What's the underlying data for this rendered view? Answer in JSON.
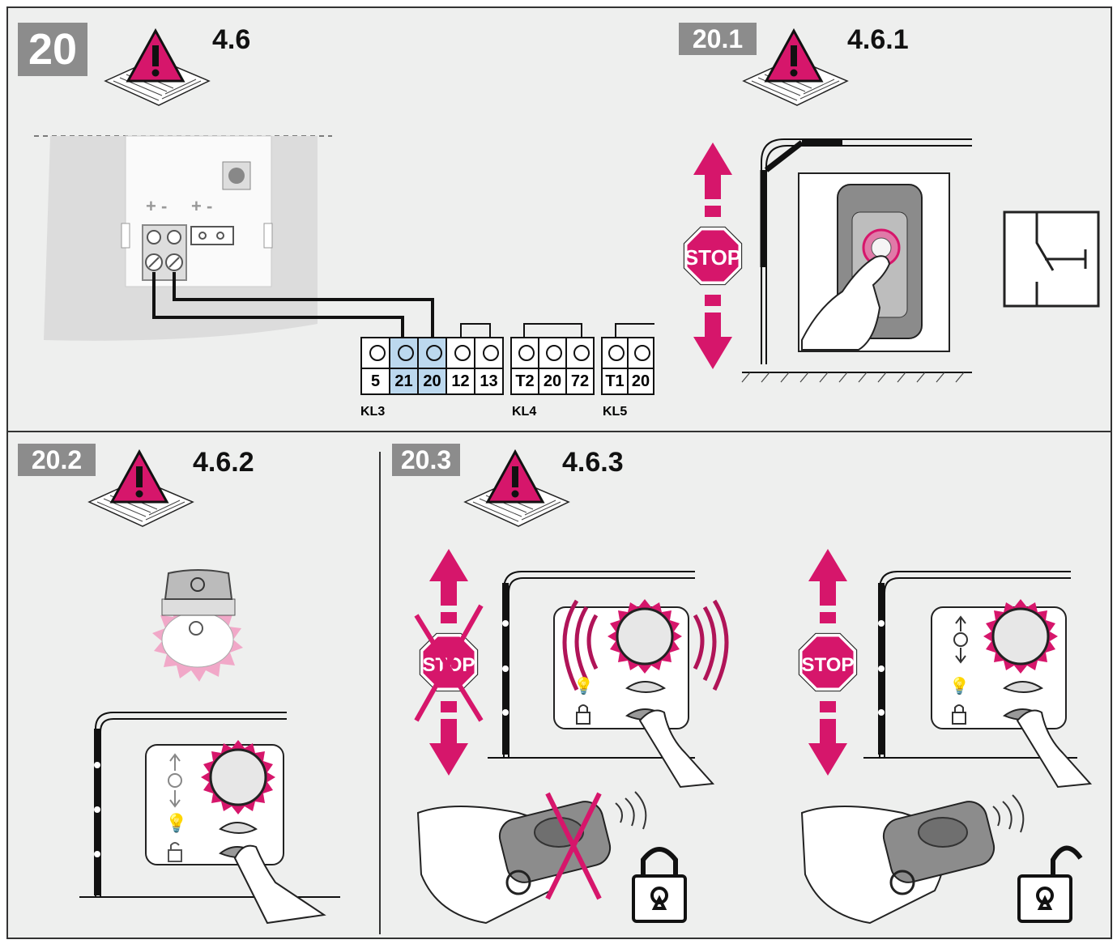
{
  "figure_number": "20",
  "main_reference": "4.6",
  "colors": {
    "accent": "#d6166b",
    "panel_bg": "#eeefee",
    "label_box": "#8c8c8c",
    "highlight": "#bcd8ee"
  },
  "panel_20_1": {
    "label": "20.1",
    "reference": "4.6.1",
    "stop_sign": "STOP"
  },
  "panel_20_2": {
    "label": "20.2",
    "reference": "4.6.2"
  },
  "panel_20_3": {
    "label": "20.3",
    "reference": "4.6.3",
    "stop_sign": "STOP"
  },
  "terminal_blocks": [
    {
      "name": "KL3",
      "terminals": [
        "5",
        "21",
        "20",
        "12",
        "13"
      ],
      "highlighted": [
        "21",
        "20"
      ]
    },
    {
      "name": "KL4",
      "terminals": [
        "T2",
        "20",
        "72"
      ]
    },
    {
      "name": "KL5",
      "terminals": [
        "T1",
        "20"
      ]
    }
  ],
  "icons": [
    "warning-manual-icon",
    "stop-sign-icon",
    "push-button-switch-symbol",
    "padlock-closed-icon",
    "padlock-open-icon",
    "lamp-icon",
    "remote-control-icon"
  ]
}
